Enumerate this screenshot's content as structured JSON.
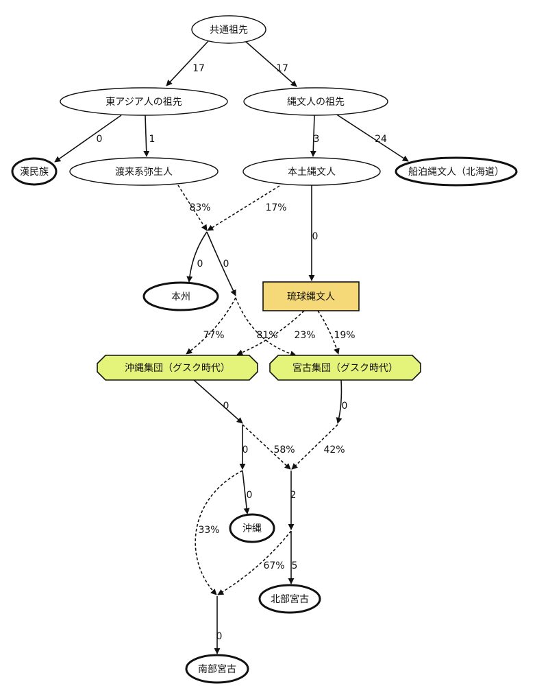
{
  "diagram": {
    "colors": {
      "stroke": "#111111",
      "ellipse_fill": "#ffffff",
      "ryukyu_fill": "#f5d978",
      "group_fill": "#e4f37a"
    },
    "nodes": [
      {
        "id": "common",
        "label": "共通祖先",
        "shape": "ellipse"
      },
      {
        "id": "eastasia",
        "label": "東アジア人の祖先",
        "shape": "ellipse"
      },
      {
        "id": "jomon",
        "label": "縄文人の祖先",
        "shape": "ellipse"
      },
      {
        "id": "han",
        "label": "漢民族",
        "shape": "ellipse-bold"
      },
      {
        "id": "yayoi",
        "label": "渡来系弥生人",
        "shape": "ellipse"
      },
      {
        "id": "hondojomon",
        "label": "本土縄文人",
        "shape": "ellipse"
      },
      {
        "id": "funadomari",
        "label": "船泊縄文人（北海道）",
        "shape": "ellipse-bold"
      },
      {
        "id": "honshu",
        "label": "本州",
        "shape": "ellipse-bold"
      },
      {
        "id": "ryukyujomon",
        "label": "琉球縄文人",
        "shape": "box"
      },
      {
        "id": "okinawagroup",
        "label": "沖縄集団（グスク時代）",
        "shape": "octagon"
      },
      {
        "id": "miyakogroup",
        "label": "宮古集団（グスク時代）",
        "shape": "octagon"
      },
      {
        "id": "okinawa",
        "label": "沖縄",
        "shape": "ellipse-bold"
      },
      {
        "id": "northmiyako",
        "label": "北部宮古",
        "shape": "ellipse-bold"
      },
      {
        "id": "southmiyako",
        "label": "南部宮古",
        "shape": "ellipse-bold"
      }
    ],
    "edges": [
      {
        "from": "common",
        "to": "eastasia",
        "label": "17",
        "style": "solid"
      },
      {
        "from": "common",
        "to": "jomon",
        "label": "17",
        "style": "solid"
      },
      {
        "from": "eastasia",
        "to": "han",
        "label": "0",
        "style": "solid"
      },
      {
        "from": "eastasia",
        "to": "yayoi",
        "label": "1",
        "style": "solid"
      },
      {
        "from": "jomon",
        "to": "hondojomon",
        "label": "3",
        "style": "solid"
      },
      {
        "from": "jomon",
        "to": "funadomari",
        "label": "24",
        "style": "solid"
      },
      {
        "from": "yayoi",
        "to": "mix1",
        "label": "83%",
        "style": "dashed"
      },
      {
        "from": "hondojomon",
        "to": "mix1",
        "label": "17%",
        "style": "dashed"
      },
      {
        "from": "hondojomon",
        "to": "ryukyujomon",
        "label": "0",
        "style": "solid"
      },
      {
        "from": "mix1",
        "to": "honshu",
        "label": "0",
        "style": "solid"
      },
      {
        "from": "mix1",
        "to": "mix2",
        "label": "0",
        "style": "solid"
      },
      {
        "from": "mix2",
        "to": "okinawagroup",
        "label": "77%",
        "style": "dashed"
      },
      {
        "from": "mix2",
        "to": "miyakogroup",
        "label": "81%",
        "style": "dashed"
      },
      {
        "from": "ryukyujomon",
        "to": "okinawagroup",
        "label": "23%",
        "style": "dashed"
      },
      {
        "from": "ryukyujomon",
        "to": "miyakogroup",
        "label": "19%",
        "style": "dashed"
      },
      {
        "from": "okinawagroup",
        "to": "mix3",
        "label": "0",
        "style": "solid"
      },
      {
        "from": "miyakogroup",
        "to": "mix4",
        "label": "0",
        "style": "solid"
      },
      {
        "from": "mix3",
        "to": "mix5",
        "label": "0",
        "style": "solid"
      },
      {
        "from": "mix3",
        "to": "mix6",
        "label": "58%",
        "style": "dashed"
      },
      {
        "from": "mix4",
        "to": "mix6",
        "label": "42%",
        "style": "dashed"
      },
      {
        "from": "mix5",
        "to": "okinawa",
        "label": "0",
        "style": "solid"
      },
      {
        "from": "mix6",
        "to": "mix7",
        "label": "2",
        "style": "solid"
      },
      {
        "from": "mix5",
        "to": "mix8",
        "label": "33%",
        "style": "dashed"
      },
      {
        "from": "mix7",
        "to": "mix8",
        "label": "67%",
        "style": "dashed"
      },
      {
        "from": "mix7",
        "to": "northmiyako",
        "label": "5",
        "style": "solid"
      },
      {
        "from": "mix8",
        "to": "southmiyako",
        "label": "0",
        "style": "solid"
      }
    ]
  }
}
